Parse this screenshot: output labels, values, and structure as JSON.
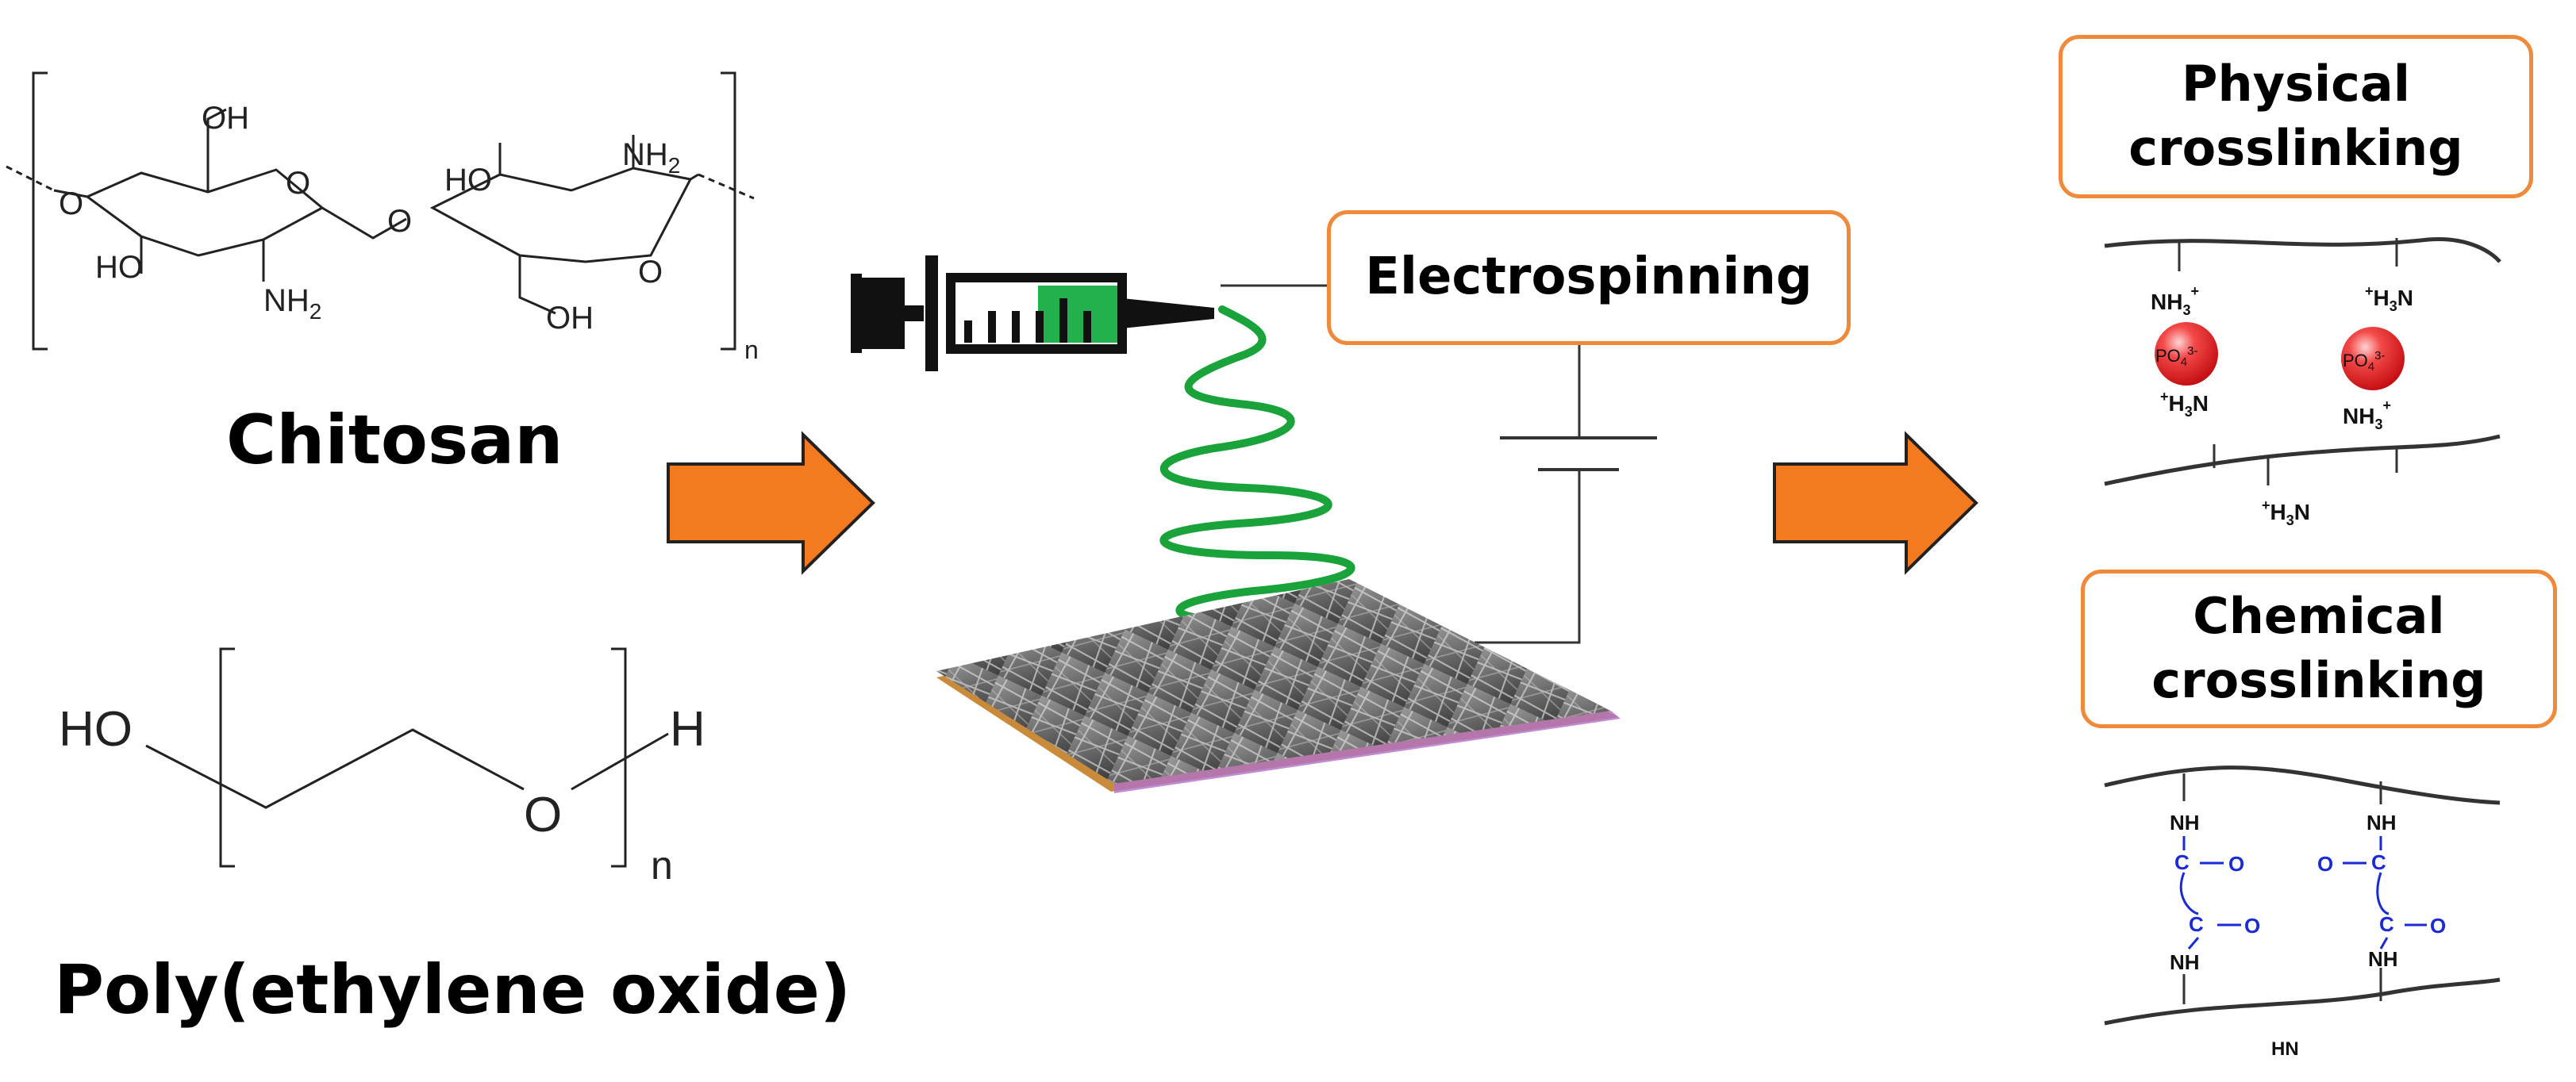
{
  "chitosan": {
    "name": "Chitosan",
    "groups": {
      "oh_top": "OH",
      "oh_bottom": "OH",
      "ho_left": "HO",
      "ho_right": "HO",
      "o": "O",
      "nh2": "NH",
      "nh2_sub": "2",
      "n": "n"
    }
  },
  "peo": {
    "name": "Poly(ethylene oxide)",
    "groups": {
      "ho": "HO",
      "o": "O",
      "h": "H",
      "n": "n"
    }
  },
  "process": {
    "label": "Electrospinning"
  },
  "physical": {
    "title_line1": "Physical",
    "title_line2": "crosslinking",
    "ion": "PO",
    "ion_sub": "4",
    "ion_sup": "3-",
    "nh3": "NH",
    "nh3_sub": "3",
    "h3n": "H",
    "h3n_sub": "3",
    "h3n_n": "N",
    "plus": "+"
  },
  "chemical": {
    "title_line1": "Chemical",
    "title_line2": "crosslinking",
    "nh": "NH",
    "c": "C",
    "o": "O",
    "hn": "HN"
  },
  "colors": {
    "arrow": "#f47a20",
    "box_border": "#f0893a",
    "fiber": "#1aa33a",
    "syringe_fill": "#22b14c",
    "ion": "#e8141b",
    "crosslinker": "#1a2ad6"
  }
}
